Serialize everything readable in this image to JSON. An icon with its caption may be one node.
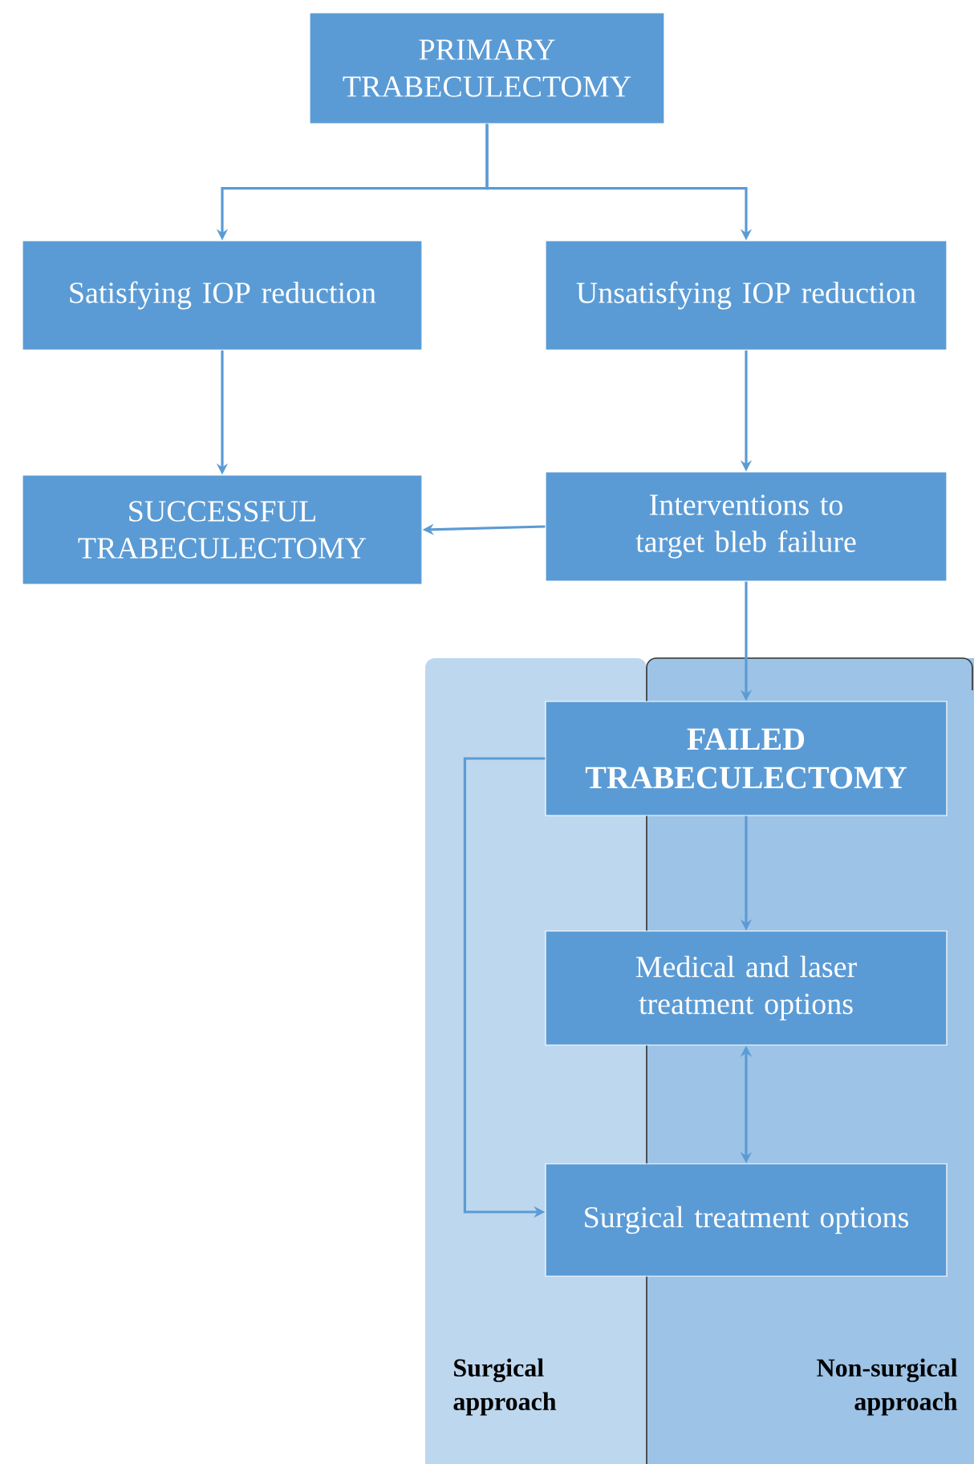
{
  "diagram": {
    "nodes": [
      {
        "text": [
          "PRIMARY TRABECULECTOMY"
        ]
      },
      {
        "text": [
          "Satisfying IOP reduction"
        ]
      },
      {
        "text": [
          "Unsatisfying IOP reduction"
        ]
      },
      {
        "text": [
          "SUCCESSFUL TRABECULECTOMY"
        ]
      },
      {
        "text": [
          "Interventions to target bleb failure"
        ]
      },
      {
        "text": [
          "FAILED TRABECULECTOMY"
        ]
      },
      {
        "text": [
          "Medical and laser treatment options"
        ]
      },
      {
        "text": [
          "Surgical treatment options"
        ]
      }
    ],
    "edges": [
      {
        "from": 0,
        "to": 1,
        "arrow": "to"
      },
      {
        "from": 0,
        "to": 2,
        "arrow": "to"
      },
      {
        "from": 1,
        "to": 3,
        "arrow": "to"
      },
      {
        "from": 2,
        "to": 4,
        "arrow": "to"
      },
      {
        "from": 4,
        "to": 3,
        "arrow": "to"
      },
      {
        "from": 4,
        "to": 5,
        "arrow": "to"
      },
      {
        "from": 5,
        "to": 6,
        "arrow": "to"
      },
      {
        "from": 6,
        "to": 7,
        "arrow": "both"
      },
      {
        "from": 5,
        "to": 7,
        "arrow": "to"
      }
    ],
    "labels": [
      "Surgical approach",
      "Non-surgical approach"
    ]
  }
}
